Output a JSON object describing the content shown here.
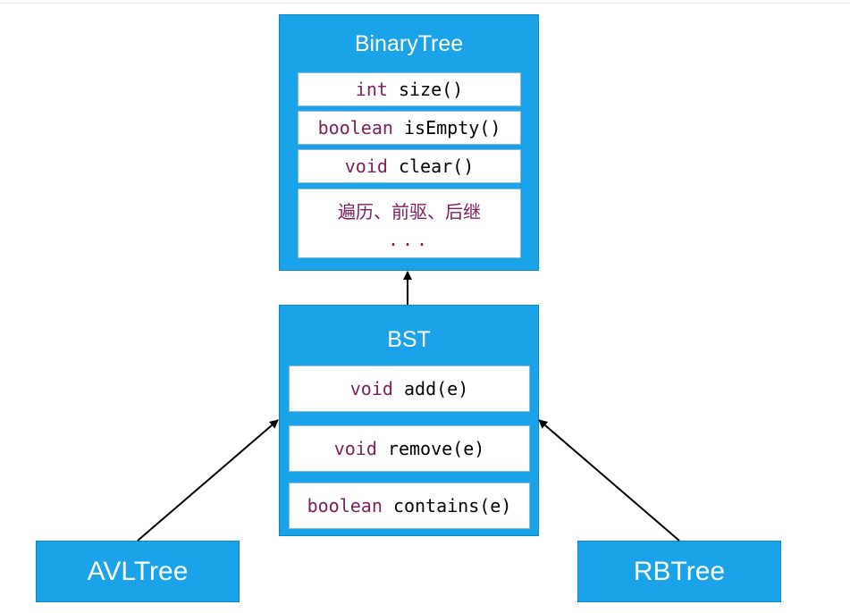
{
  "binary_tree": {
    "title": "BinaryTree",
    "methods": [
      {
        "type": "int",
        "name": "size()"
      },
      {
        "type": "boolean",
        "name": "isEmpty()"
      },
      {
        "type": "void",
        "name": "clear()"
      }
    ],
    "extra_label": "遍历、前驱、后继",
    "extra_dots": "..."
  },
  "bst": {
    "title": "BST",
    "methods": [
      {
        "type": "void",
        "name": "add(e)"
      },
      {
        "type": "void",
        "name": "remove(e)"
      },
      {
        "type": "boolean",
        "name": "contains(e)"
      }
    ]
  },
  "avl_tree": {
    "title": "AVLTree"
  },
  "rb_tree": {
    "title": "RBTree"
  },
  "colors": {
    "box_fill": "#1aa3e8",
    "box_border": "#0b86c6",
    "keyword": "#7a1f5c",
    "arrow": "#000000"
  }
}
